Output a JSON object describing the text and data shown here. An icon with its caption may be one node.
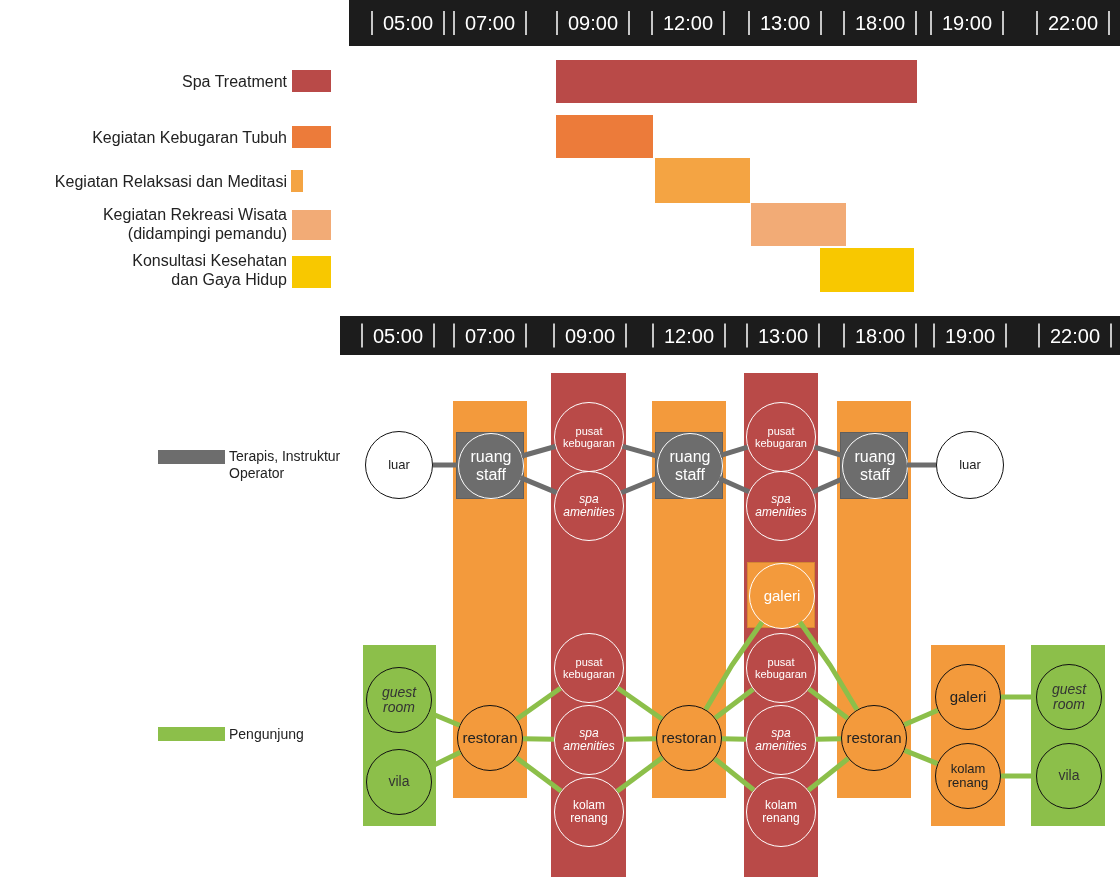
{
  "diagram": {
    "nodes": [
      {
        "text": [
          "luar"
        ]
      },
      {
        "text": [],
        "shape": "bar"
      },
      {
        "text": [],
        "shape": "box",
        "in": 1
      },
      {
        "text": [
          "ruang staff"
        ],
        "in": 2
      },
      {
        "text": [],
        "shape": "bar"
      },
      {
        "text": [
          "pusat kebugaran"
        ],
        "in": 4
      },
      {
        "text": [
          "spa amenities"
        ],
        "in": 4
      },
      {
        "text": [],
        "shape": "bar"
      },
      {
        "text": [],
        "shape": "box",
        "in": 7
      },
      {
        "text": [
          "ruang staff"
        ],
        "in": 8
      },
      {
        "text": [],
        "shape": "bar"
      },
      {
        "text": [
          "pusat kebugaran"
        ],
        "in": 10
      },
      {
        "text": [
          "spa amenities"
        ],
        "in": 10
      },
      {
        "text": [],
        "shape": "bar"
      },
      {
        "text": [],
        "shape": "box",
        "in": 13
      },
      {
        "text": [
          "ruang staff"
        ],
        "in": 14
      },
      {
        "text": [
          "luar"
        ]
      },
      {
        "text": [],
        "shape": "box",
        "in": 10
      },
      {
        "text": [
          "galeri"
        ],
        "in": 17
      },
      {
        "text": [],
        "shape": "bar"
      },
      {
        "text": [
          "guest room"
        ],
        "in": 19
      },
      {
        "text": [
          "vila"
        ],
        "in": 19
      },
      {
        "text": [
          "restoran"
        ],
        "in": 1
      },
      {
        "text": [
          "pusat kebugaran"
        ],
        "in": 4
      },
      {
        "text": [
          "spa amenities"
        ],
        "in": 4
      },
      {
        "text": [
          "kolam renang"
        ],
        "in": 4
      },
      {
        "text": [
          "restoran"
        ],
        "in": 7
      },
      {
        "text": [
          "pusat kebugaran"
        ],
        "in": 10
      },
      {
        "text": [
          "spa amenities"
        ],
        "in": 10
      },
      {
        "text": [
          "kolam renang"
        ],
        "in": 10
      },
      {
        "text": [
          "restoran"
        ],
        "in": 13
      },
      {
        "text": [],
        "shape": "bar"
      },
      {
        "text": [
          "galeri"
        ],
        "in": 31
      },
      {
        "text": [
          "kolam renang"
        ],
        "in": 31
      },
      {
        "text": [],
        "shape": "bar"
      },
      {
        "text": [
          "guest room"
        ],
        "in": 34
      },
      {
        "text": [
          "vila"
        ],
        "in": 34
      }
    ],
    "edges": [
      {
        "from": 0,
        "to": 3,
        "arrow": "none",
        "color": "#6d6d6d"
      },
      {
        "from": 3,
        "to": 5,
        "arrow": "none",
        "color": "#6d6d6d"
      },
      {
        "from": 3,
        "to": 6,
        "arrow": "none",
        "color": "#6d6d6d"
      },
      {
        "from": 5,
        "to": 9,
        "arrow": "none",
        "color": "#6d6d6d"
      },
      {
        "from": 6,
        "to": 9,
        "arrow": "none",
        "color": "#6d6d6d"
      },
      {
        "from": 9,
        "to": 11,
        "arrow": "none",
        "color": "#6d6d6d"
      },
      {
        "from": 9,
        "to": 12,
        "arrow": "none",
        "color": "#6d6d6d"
      },
      {
        "from": 11,
        "to": 15,
        "arrow": "none",
        "color": "#6d6d6d"
      },
      {
        "from": 12,
        "to": 15,
        "arrow": "none",
        "color": "#6d6d6d"
      },
      {
        "from": 15,
        "to": 16,
        "arrow": "none",
        "color": "#6d6d6d"
      },
      {
        "from": 20,
        "to": 22,
        "arrow": "none"
      },
      {
        "from": 21,
        "to": 22,
        "arrow": "none"
      },
      {
        "from": 22,
        "to": 23,
        "arrow": "none"
      },
      {
        "from": 22,
        "to": 24,
        "arrow": "none"
      },
      {
        "from": 22,
        "to": 25,
        "arrow": "none"
      },
      {
        "from": 23,
        "to": 26,
        "arrow": "none"
      },
      {
        "from": 24,
        "to": 26,
        "arrow": "none"
      },
      {
        "from": 25,
        "to": 26,
        "arrow": "none"
      },
      {
        "from": 26,
        "to": 18,
        "arrow": "none"
      },
      {
        "from": 26,
        "to": 27,
        "arrow": "none"
      },
      {
        "from": 26,
        "to": 28,
        "arrow": "none"
      },
      {
        "from": 26,
        "to": 29,
        "arrow": "none"
      },
      {
        "from": 18,
        "to": 30,
        "arrow": "none"
      },
      {
        "from": 27,
        "to": 30,
        "arrow": "none"
      },
      {
        "from": 28,
        "to": 30,
        "arrow": "none"
      },
      {
        "from": 29,
        "to": 30,
        "arrow": "none"
      },
      {
        "from": 30,
        "to": 32,
        "arrow": "none"
      },
      {
        "from": 30,
        "to": 33,
        "arrow": "none"
      },
      {
        "from": 32,
        "to": 35,
        "arrow": "none"
      },
      {
        "from": 33,
        "to": 36,
        "arrow": "none"
      }
    ],
    "labels": [
      "05:00",
      "07:00",
      "09:00",
      "12:00",
      "13:00",
      "18:00",
      "19:00",
      "22:00",
      "05:00",
      "07:00",
      "09:00",
      "12:00",
      "13:00",
      "18:00",
      "19:00",
      "22:00"
    ],
    "legend": [
      {
        "text": "Spa Treatment",
        "color": "#b94a48"
      },
      {
        "text": "Kegiatan Kebugaran Tubuh",
        "color": "#ec7b3a"
      },
      {
        "text": "Kegiatan Relaksasi dan Meditasi",
        "color": "#f4a443"
      },
      {
        "text": "Kegiatan Rekreasi Wisata (didampingi pemandu)",
        "color": "#f2ab76"
      },
      {
        "text": "Konsultasi Kesehatan dan Gaya Hidup",
        "color": "#f8c800"
      },
      {
        "text": "Terapis, Instruktur Operator",
        "color": "#6d6d6d"
      },
      {
        "text": "Pengunjung",
        "color": "#8cbf4a"
      }
    ]
  }
}
